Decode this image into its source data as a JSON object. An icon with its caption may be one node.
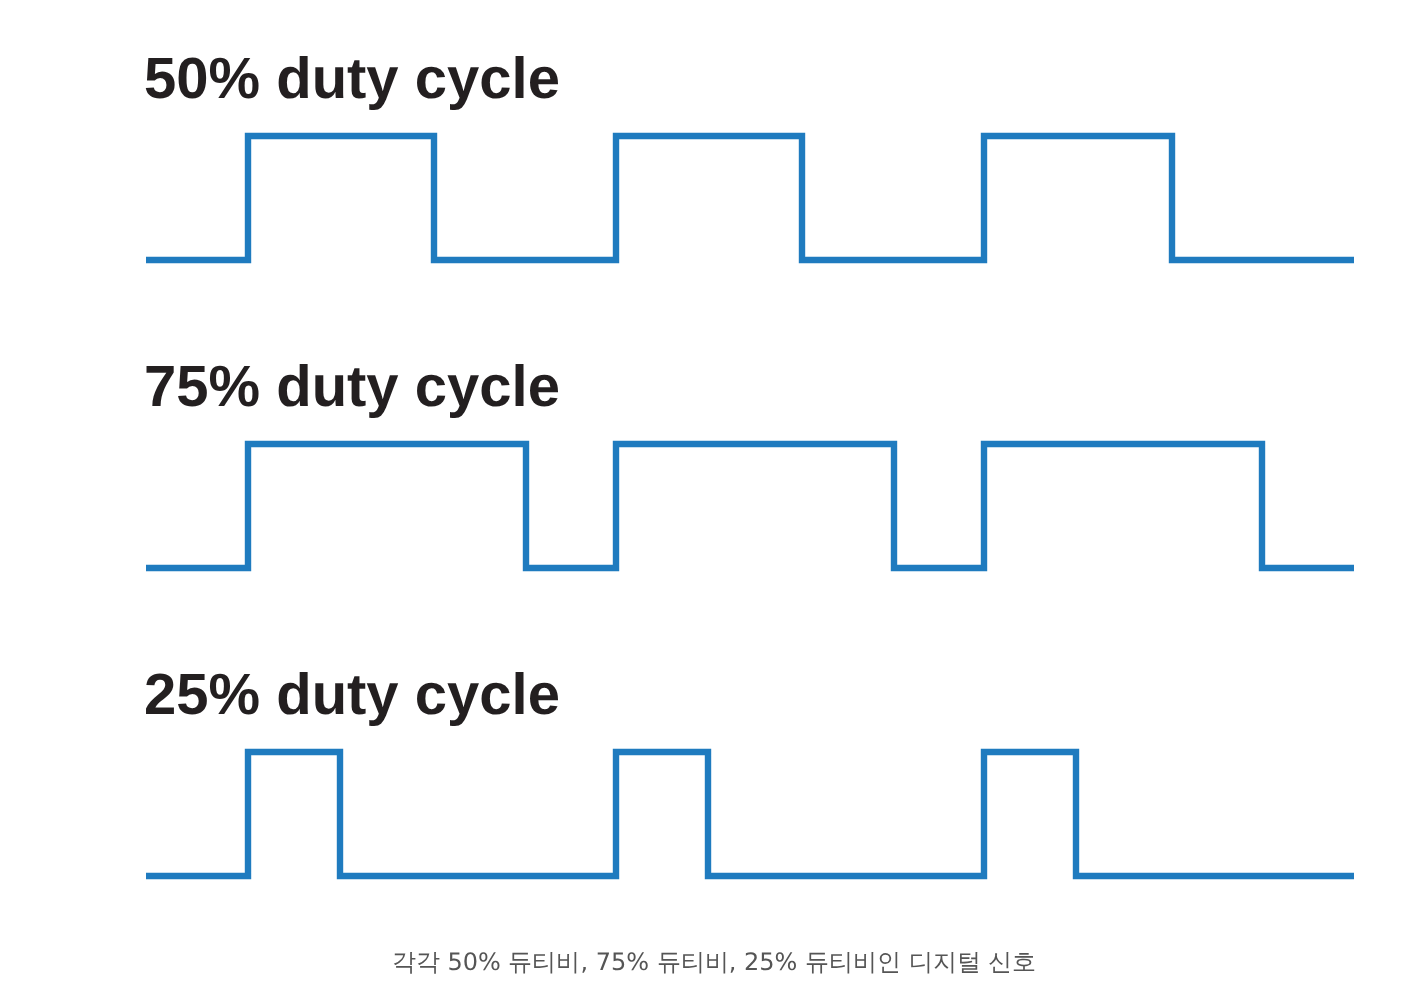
{
  "diagram": {
    "caption": "각각 50% 듀티비, 75% 듀티비, 25% 듀티비인 디지털 신호",
    "labels": [
      "50% duty cycle",
      "75% duty cycle",
      "25% duty cycle"
    ]
  }
}
